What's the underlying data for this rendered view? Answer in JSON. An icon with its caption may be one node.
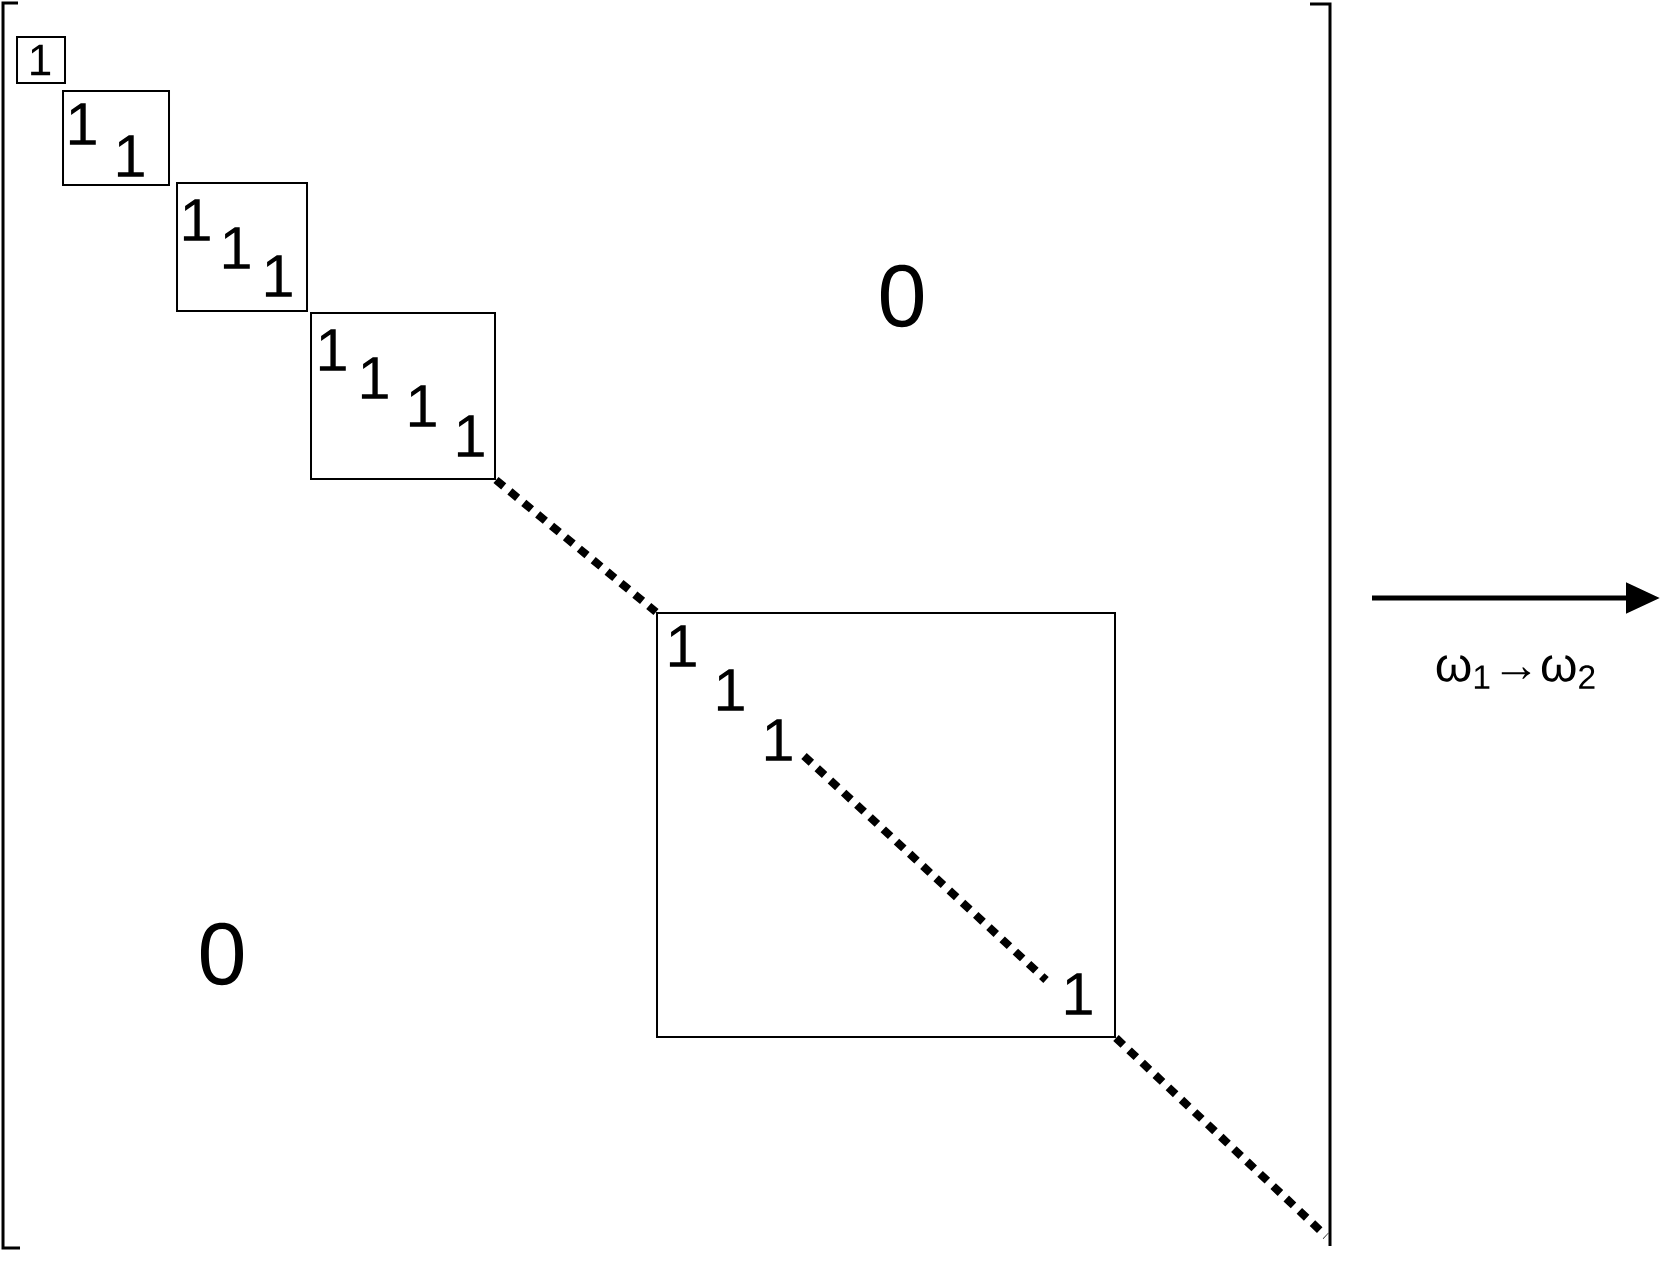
{
  "diagram": {
    "nodes": [
      {
        "text": [
          "1"
        ]
      },
      {
        "text": [
          "1",
          "1"
        ]
      },
      {
        "text": [
          "1",
          "1",
          "1"
        ]
      },
      {
        "text": [
          "1",
          "1",
          "1",
          "1"
        ]
      },
      {
        "text": [
          "1",
          "1",
          "1",
          "1"
        ]
      }
    ],
    "edges": [
      {
        "from": 3,
        "to": 4,
        "arrow": "none",
        "style": "dashed"
      },
      {
        "from": 4,
        "to": null,
        "arrow": "none",
        "style": "dashed"
      }
    ],
    "labels": [
      "0",
      "ω$_{1}$→ω$_{2}$",
      "0"
    ]
  }
}
